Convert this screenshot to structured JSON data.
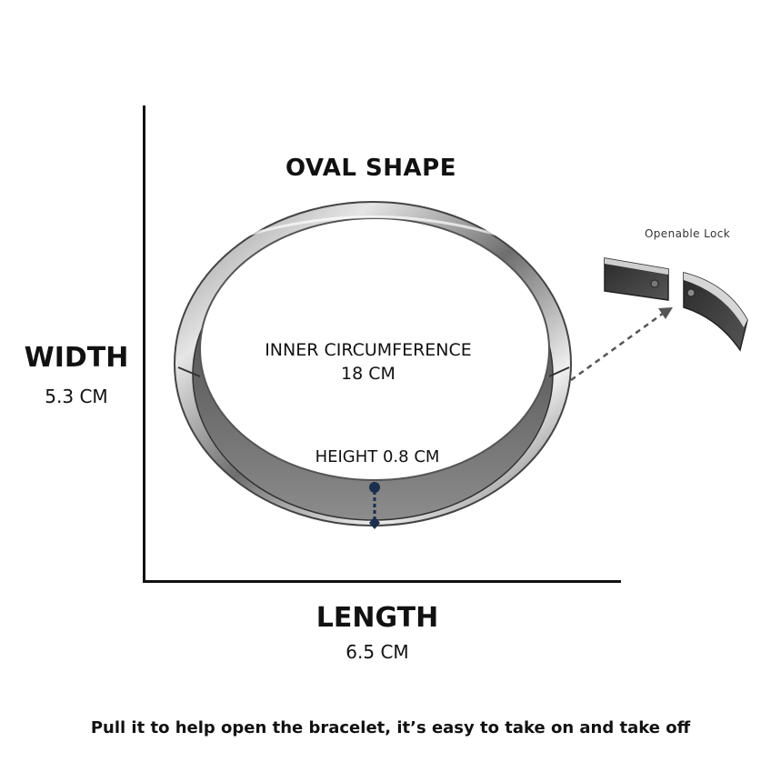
{
  "title": "OVAL SHAPE",
  "width": {
    "label": "WIDTH",
    "value": "5.3 CM"
  },
  "length": {
    "label": "LENGTH",
    "value": "6.5 CM"
  },
  "inner_circumference": {
    "label": "INNER CIRCUMFERENCE",
    "value": "18 CM"
  },
  "height": {
    "label": "HEIGHT 0.8 CM"
  },
  "lock": {
    "label": "Openable Lock"
  },
  "caption": "Pull it to help open the bracelet, it’s easy to take on and take off",
  "colors": {
    "metal_dark": "#4a4a4a",
    "metal_light": "#d9d9d9",
    "marker": "#1b2f4e"
  }
}
